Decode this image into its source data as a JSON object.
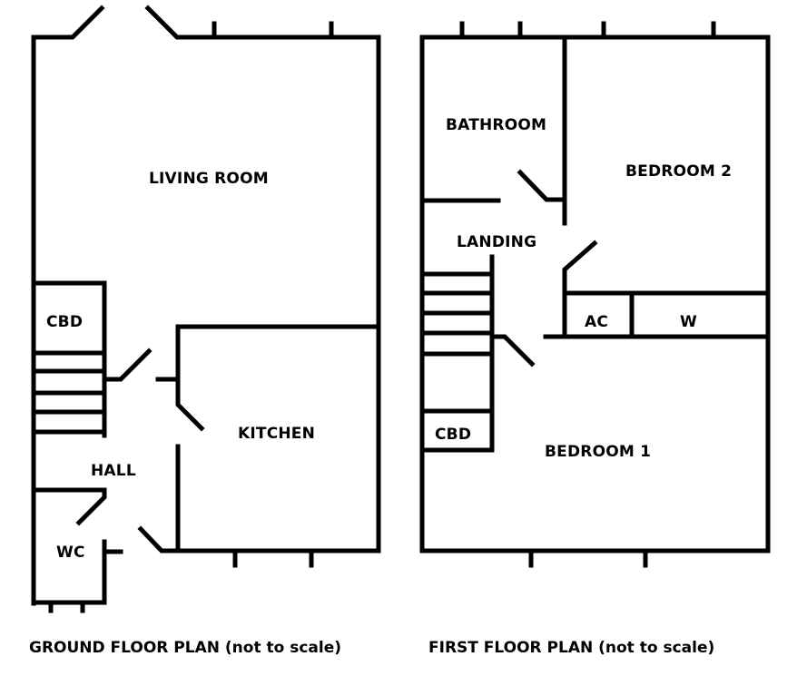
{
  "ground_floor": {
    "caption": "GROUND FLOOR PLAN (not to scale)",
    "rooms": {
      "living_room": "LIVING ROOM",
      "cbd": "CBD",
      "kitchen": "KITCHEN",
      "hall": "HALL",
      "wc": "WC"
    }
  },
  "first_floor": {
    "caption": "FIRST FLOOR PLAN (not to scale)",
    "rooms": {
      "bathroom": "BATHROOM",
      "bedroom_2": "BEDROOM 2",
      "landing": "LANDING",
      "ac": "AC",
      "w": "W",
      "cbd": "CBD",
      "bedroom_1": "BEDROOM 1"
    }
  },
  "colors": {
    "wall": "#000000",
    "background": "#ffffff"
  }
}
